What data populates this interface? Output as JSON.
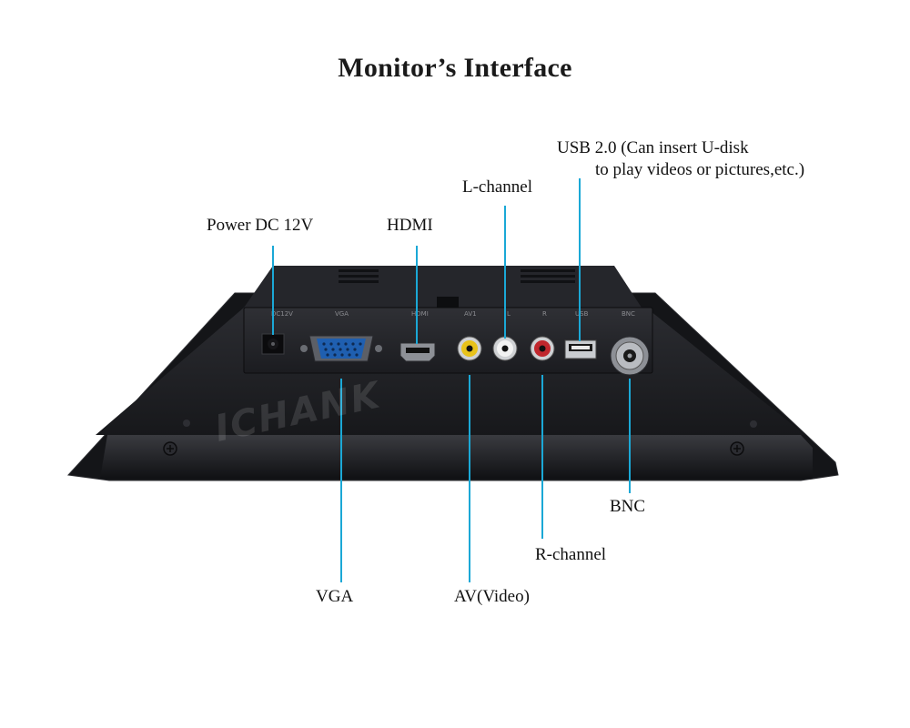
{
  "title": "Monitor’s Interface",
  "labels": {
    "power": "Power DC 12V",
    "hdmi": "HDMI",
    "l_channel": "L-channel",
    "usb_line1": "USB 2.0 (Can insert U-disk",
    "usb_line2": "to play videos or pictures,etc.)",
    "bnc": "BNC",
    "r_channel": "R-channel",
    "vga": "VGA",
    "av": "AV(Video)"
  },
  "panel_silk": {
    "dc": "DC12V",
    "vga": "VGA",
    "hdmi": "HDMI",
    "av1": "AV1",
    "l": "L",
    "r": "R",
    "usb": "USB",
    "bnc": "BNC"
  },
  "watermark": "ICHANK",
  "colors": {
    "leader": "#1ba8d6",
    "body": "#1c1d21",
    "panel": "#26272c"
  }
}
